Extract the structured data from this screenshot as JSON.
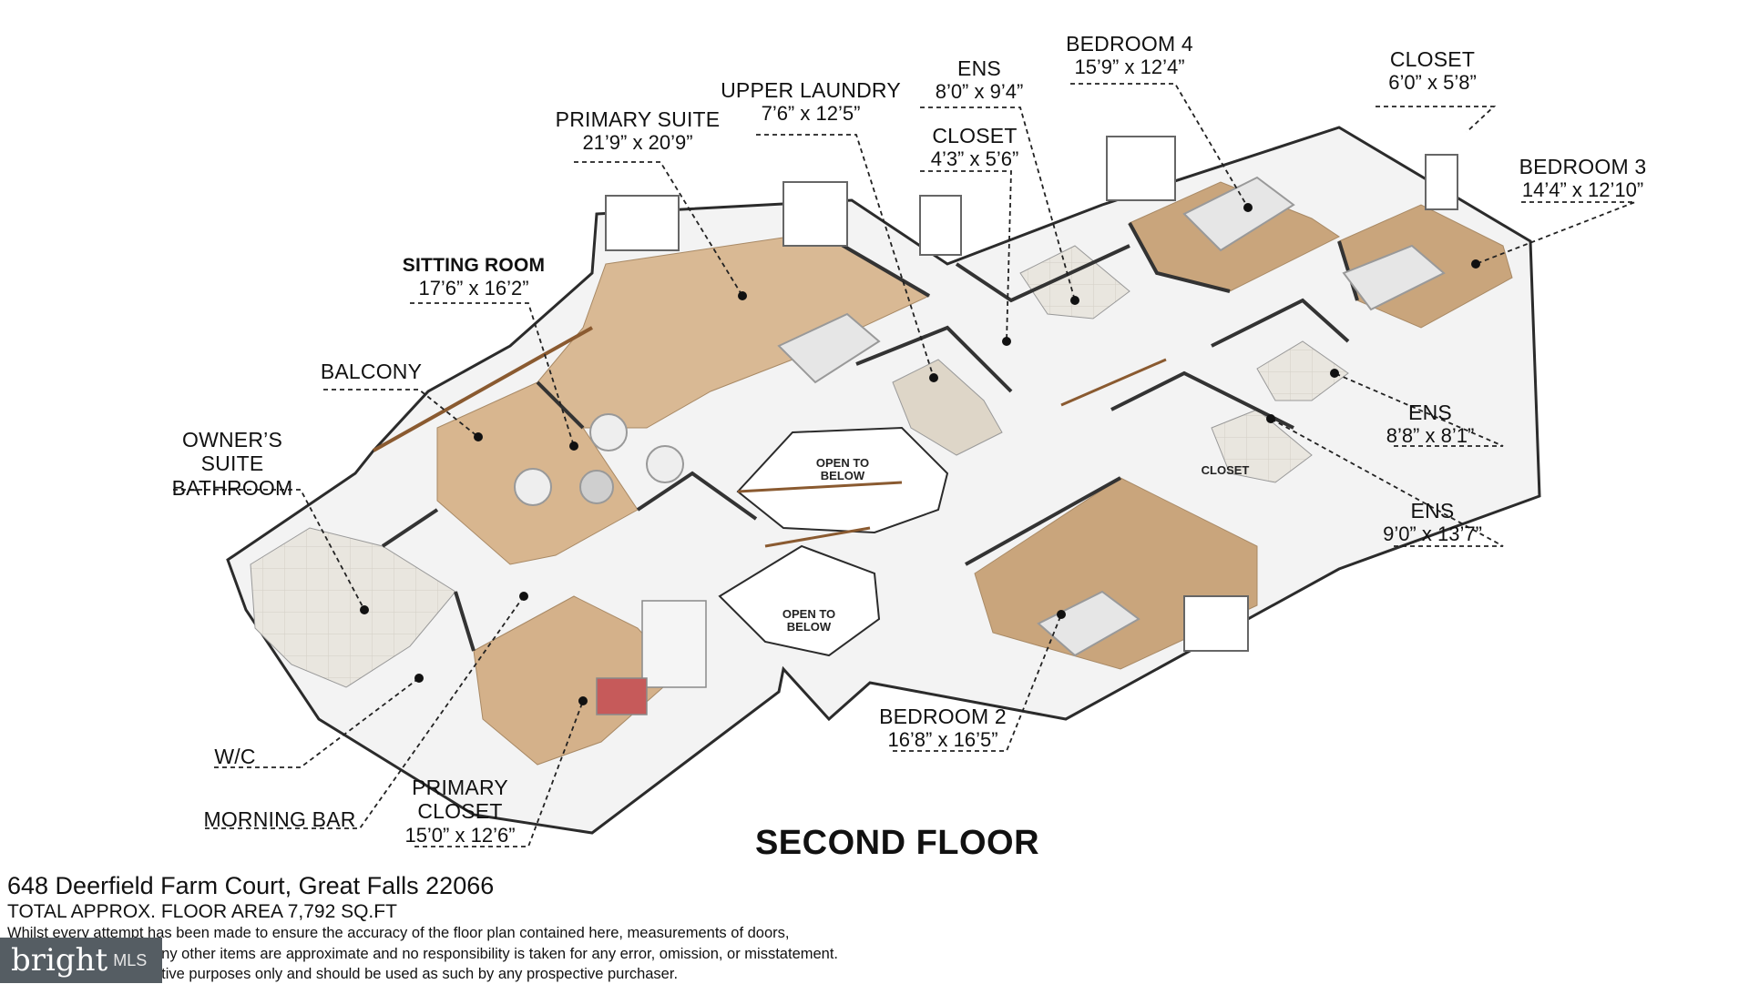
{
  "floor_title": "SECOND FLOOR",
  "rooms": [
    {
      "key": "primary_suite",
      "name": "PRIMARY SUITE",
      "dims": "21’9” x 20’9”"
    },
    {
      "key": "upper_laundry",
      "name": "UPPER LAUNDRY",
      "dims": "7’6” x 12’5”"
    },
    {
      "key": "ens_top",
      "name": "ENS",
      "dims": "8’0” x 9’4”"
    },
    {
      "key": "bedroom4",
      "name": "BEDROOM 4",
      "dims": "15’9” x 12’4”"
    },
    {
      "key": "closet_top",
      "name": "CLOSET",
      "dims": "6’0” x 5’8”"
    },
    {
      "key": "closet_mid",
      "name": "CLOSET",
      "dims": "4’3” x 5’6”"
    },
    {
      "key": "bedroom3",
      "name": "BEDROOM 3",
      "dims": "14’4” x 12’10”"
    },
    {
      "key": "sitting_room",
      "name": "SITTING ROOM",
      "dims": "17’6” x 16’2”"
    },
    {
      "key": "balcony",
      "name": "BALCONY",
      "dims": ""
    },
    {
      "key": "owners_bath",
      "name": "OWNER’S SUITE BATHROOM",
      "dims": ""
    },
    {
      "key": "ens_right1",
      "name": "ENS",
      "dims": "8’8” x 8’1”"
    },
    {
      "key": "ens_right2",
      "name": "ENS",
      "dims": "9’0” x 13’7”"
    },
    {
      "key": "bedroom2",
      "name": "BEDROOM 2",
      "dims": "16’8” x 16’5”"
    },
    {
      "key": "wc",
      "name": "W/C",
      "dims": ""
    },
    {
      "key": "morning_bar",
      "name": "MORNING BAR",
      "dims": ""
    },
    {
      "key": "primary_closet",
      "name": "PRIMARY CLOSET",
      "dims": "15’0” x 12’6”"
    }
  ],
  "notes": {
    "open_to_below_1": "OPEN TO BELOW",
    "open_to_below_2": "OPEN TO BELOW",
    "closet_small": "CLOSET"
  },
  "footer": {
    "address": "648 Deerfield Farm Court, Great Falls 22066",
    "area": "TOTAL APPROX. FLOOR AREA 7,792 SQ.FT",
    "disclaimer_1": "Whilst every attempt has been made to ensure the accuracy of the floor plan contained here, measurements of doors,",
    "disclaimer_2": "any other items are approximate and no responsibility is taken for any error, omission, or misstatement.",
    "disclaimer_3": "ative purposes only and should be used as such by any prospective purchaser."
  },
  "brand": {
    "name": "bright",
    "suffix": "MLS"
  }
}
